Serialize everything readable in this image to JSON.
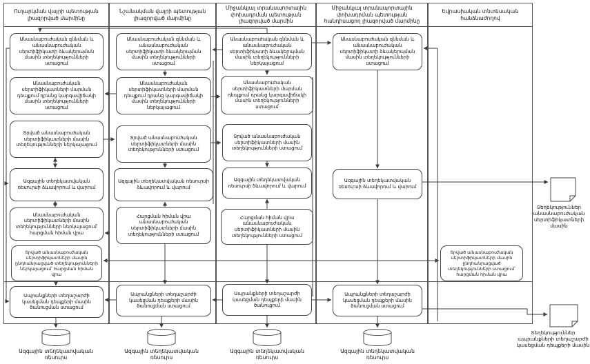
{
  "diagram": {
    "title_hint": "Veterinary certificate information exchange flowchart (EAEU)",
    "colors": {
      "background": "#ffffff",
      "line": "#3c3c3c",
      "border": "#555555",
      "text": "#111111"
    },
    "lanes": [
      {
        "header": "Ուղարկման վայրի պետության լիազորված մարմինը",
        "boxes": [
          {
            "label": "Անասնաբուժական զննման և անասնաբուժական սերտիֆիկատի ձևակերպման մասին տեղեկությունների ստացում"
          },
          {
            "label": "Անասնաբուժական սերտիֆիկատների մարման դեպքում դրանց կարգավիճակի մասին տեղեկությունների ստացում"
          },
          {
            "label": "Տրված անասնաբուժական սերտիֆիկատների մասին տեղեկությունների ներկայացում"
          },
          {
            "label": "Ազգային տեղեկատվական ռեսուրսի ձևավորում և վարում"
          },
          {
            "label": "Անասնաբուժական սերտիֆիկատների մասին տեղեկությունների ներկայացում՝ հարցման հիման վրա"
          },
          {
            "label": "Տրված անասնաբուժական սերտիֆիկատների մասին ընդհանրացված տեղեկությունների ներկայացում՝ հարցման հիման վրա"
          },
          {
            "label": "Ապրանքների տեղաշարժի կասեցման դեպքերի մասին ծանուցման ստացում"
          }
        ]
      },
      {
        "header": "Նշանակման վայրի պետության լիազորված մարմինը",
        "boxes": [
          {
            "label": "Անասնաբուժական զննման և անասնաբուժական սերտիֆիկատի ձևակերպման մասին տեղեկությունների ստացում"
          },
          {
            "label": "Անասնաբուժական սերտիֆիկատների մարման դեպքում դրանց կարգավիճակի մասին տեղեկությունների ներկայացում"
          },
          {
            "label": "Տրված անասնաբուժական սերտիֆիկատների մասին տեղեկությունների ստացում"
          },
          {
            "label": "Ազգային տեղեկատվական ռեսուրսի ձևավորում և վարում"
          },
          {
            "label": "Հարցման հիման վրա անասնաբուժական սերտիֆիկատների մասին տեղեկությունների ստացում"
          },
          {
            "label": "Ապրանքների տեղաշարժի կասեցման դեպքերի մասին ծանուցման ստացում"
          }
        ]
      },
      {
        "header": "Միջանկյալ տրանսպորտային փոխադրման պետության լիազորված մարմին",
        "boxes": [
          {
            "label": "Անասնաբուժական զննման և անասնաբուժական սերտիֆիկատի ձևակերպման մասին տեղեկությունների ներկայացում"
          },
          {
            "label": "Անասնաբուժական սերտիֆիկատների մարման դեպքում դրանց կարգավիճակի մասին տեղեկությունների ստացում"
          },
          {
            "label": "Տրված անասնաբուժական սերտիֆիկատների մասին տեղեկությունների ստացում"
          },
          {
            "label": "Ազգային տեղեկատվական ռեսուրսի ձևավորում և վարում"
          },
          {
            "label": "Հարցման հիման վրա անասնաբուժական սերտիֆիկատների մասին տեղեկությունների ստացում"
          },
          {
            "label": "Ապրանքների տեղաշարժի կասեցման դեպքերի մասին ծանուցում"
          }
        ]
      },
      {
        "header": "Միջանկյալ տրանսպորտային փոխադրման պետության հանդիսացող լիազորված մարմինը",
        "boxes": [
          {
            "label": "Անասնաբուժական զննման և անասնաբուժական սերտիֆիկատի ձևակերպման մասին տեղեկությունների ստացում"
          },
          {
            "label": "Ազգային տեղեկատվական ռեսուրսի ձևավորում և վարում"
          },
          {
            "label": "Ապրանքների տեղաշարժի կասեցման դեպքերի մասին ծանուցման ստացում"
          }
        ]
      },
      {
        "header": "Եվրասիական տնտեսական հանձնաժողով",
        "boxes": [
          {
            "label": "Տրված անասնաբուժական սերտիֆիկատների մասին ընդհանրացված տեղեկությունների ստացում՝ հարցման հիման վրա"
          }
        ]
      }
    ],
    "datastores": [
      {
        "label": "Ազգային տեղեկատվական ռեսուրս"
      },
      {
        "label": "Ազգային տեղեկատվական ռեսուրս"
      },
      {
        "label": "Ազգային տեղեկատվական ռեսուրս"
      },
      {
        "label": "Ազգային տեղեկատվական ռեսուրս"
      }
    ],
    "documents": [
      {
        "label": "Տեղեկություններ անասնաբուժական սերտիֆիկատների մասին"
      },
      {
        "label": "Տեղեկություններ ապրանքների տեղաշարժի կասեցման դեպքերի մասին"
      }
    ]
  }
}
